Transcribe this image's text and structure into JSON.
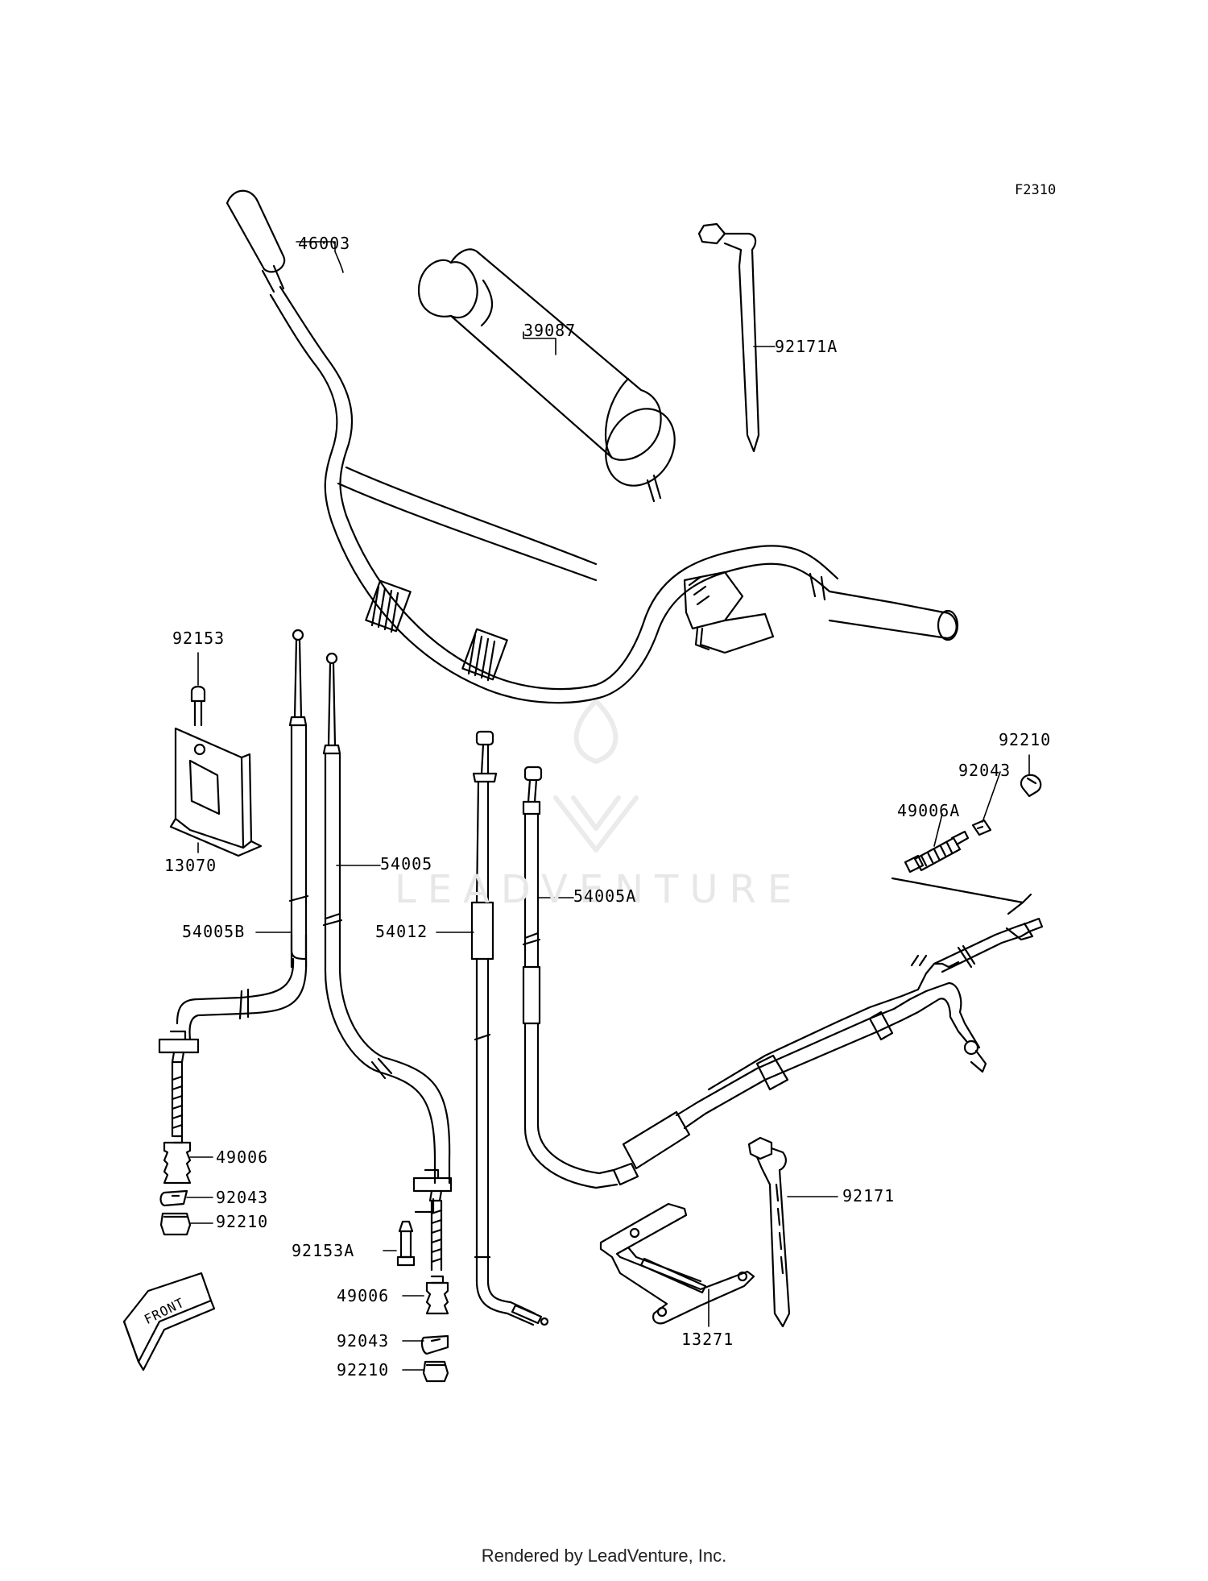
{
  "diagram_code": "F2310",
  "watermark": "LEADVENTURE",
  "footer": "Rendered by LeadVenture, Inc.",
  "front_arrow": "FRONT",
  "parts": [
    {
      "id": "46003"
    },
    {
      "id": "39087"
    },
    {
      "id": "92171A"
    },
    {
      "id": "92153"
    },
    {
      "id": "13070"
    },
    {
      "id": "54005"
    },
    {
      "id": "54005B"
    },
    {
      "id": "54012"
    },
    {
      "id": "54005A"
    },
    {
      "id": "92210a",
      "label": "92210"
    },
    {
      "id": "92043a",
      "label": "92043"
    },
    {
      "id": "49006A"
    },
    {
      "id": "49006a",
      "label": "49006"
    },
    {
      "id": "92043b",
      "label": "92043"
    },
    {
      "id": "92210b",
      "label": "92210"
    },
    {
      "id": "92153A"
    },
    {
      "id": "49006b",
      "label": "49006"
    },
    {
      "id": "92043c",
      "label": "92043"
    },
    {
      "id": "92210c",
      "label": "92210"
    },
    {
      "id": "92171"
    },
    {
      "id": "13271"
    }
  ]
}
